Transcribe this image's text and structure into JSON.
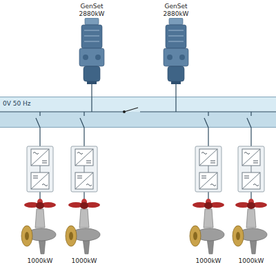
{
  "diagram": {
    "nodes": [
      {
        "text": [
          "GenSet 2880kW"
        ]
      },
      {
        "text": [
          "GenSet 2880kW"
        ]
      },
      {
        "text": [
          "0V 50 Hz"
        ]
      },
      {
        "text": [
          "1000kW"
        ]
      },
      {
        "text": [
          "1000kW"
        ]
      },
      {
        "text": [
          "1000kW"
        ]
      },
      {
        "text": [
          "1000kW"
        ]
      }
    ],
    "edges": [
      {
        "from": 0,
        "to": 2,
        "arrow": "none"
      },
      {
        "from": 1,
        "to": 2,
        "arrow": "none"
      },
      {
        "from": 2,
        "to": 3,
        "arrow": "none"
      },
      {
        "from": 2,
        "to": 4,
        "arrow": "none"
      },
      {
        "from": 2,
        "to": 5,
        "arrow": "none"
      },
      {
        "from": 2,
        "to": 6,
        "arrow": "none"
      }
    ]
  }
}
